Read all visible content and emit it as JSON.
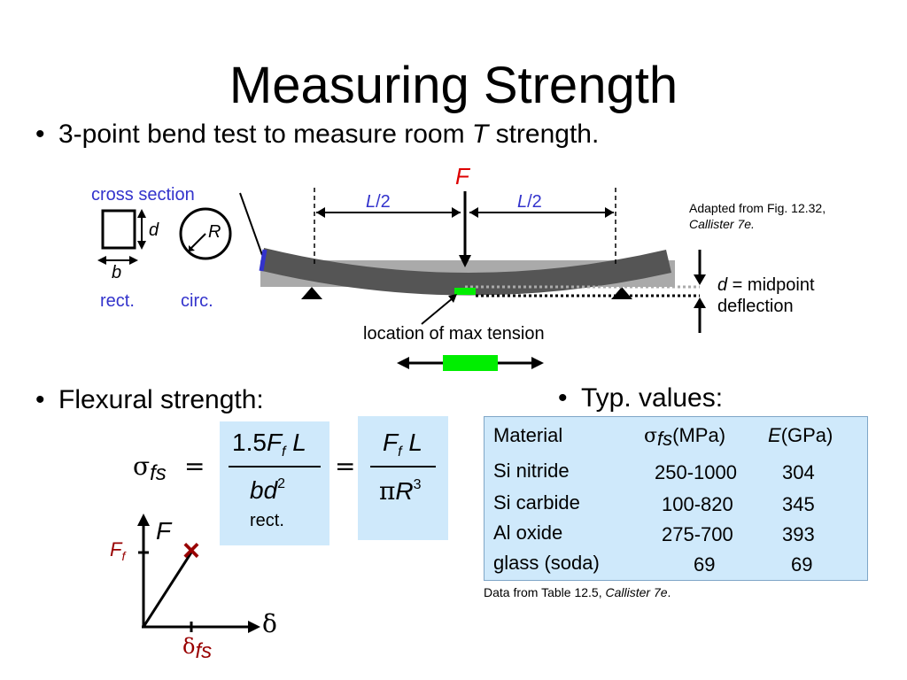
{
  "title": "Measuring Strength",
  "bullet1": {
    "dot": "•",
    "pre": "3-point bend test to measure room ",
    "T": "T",
    "post": " strength."
  },
  "diagram": {
    "cross_section": "cross section",
    "d": "d",
    "R": "R",
    "b": "b",
    "rect": "rect.",
    "circ": "circ.",
    "F": "F",
    "L": "L",
    "half": "/2",
    "adapted_line1": "Adapted from Fig. 12.32,",
    "adapted_line2": "Callister 7e.",
    "delta_d": "d",
    "delta_eq": " = midpoint",
    "deflection": "deflection",
    "max_tension": "location of max tension"
  },
  "bullet2": {
    "dot": "•",
    "text": "Flexural strength:"
  },
  "formula": {
    "sigma": "σ",
    "fs": "fs",
    "eq": "=",
    "num1_coef": "1.5",
    "F": "F",
    "f": "f",
    "L": "L",
    "den1_b": "bd",
    "den1_exp": "2",
    "rect": "rect.",
    "pi": "π",
    "R": "R",
    "den2_exp": "3"
  },
  "graph": {
    "y_label": "F",
    "Ff_F": "F",
    "Ff_f": "f",
    "x_label": "δ",
    "delta_sym": "δ",
    "delta_sub": "fs",
    "fracture_mark": "×"
  },
  "bullet3": {
    "dot": "•",
    "text": "Typ. values:"
  },
  "table": {
    "header": {
      "material": "Material",
      "sigma": "σ",
      "fs": "fs",
      "mpa": "(MPa)",
      "E": "E",
      "gpa": "(GPa)"
    },
    "rows": [
      {
        "material": "Si nitride",
        "sigma": "250-1000",
        "E": "304"
      },
      {
        "material": "Si carbide",
        "sigma": "100-820",
        "E": "345"
      },
      {
        "material": "Al oxide",
        "sigma": "275-700",
        "E": "393"
      },
      {
        "material": "glass (soda)",
        "sigma": "69",
        "E": "69"
      }
    ],
    "source_pre": "Data from Table 12.5, ",
    "source_ital": "Callister 7e",
    "source_post": "."
  },
  "colors": {
    "blue": "#3333cc",
    "red": "#dd0000",
    "green": "#00ee00",
    "beam": "#555555",
    "box": "#cfe9fb"
  }
}
